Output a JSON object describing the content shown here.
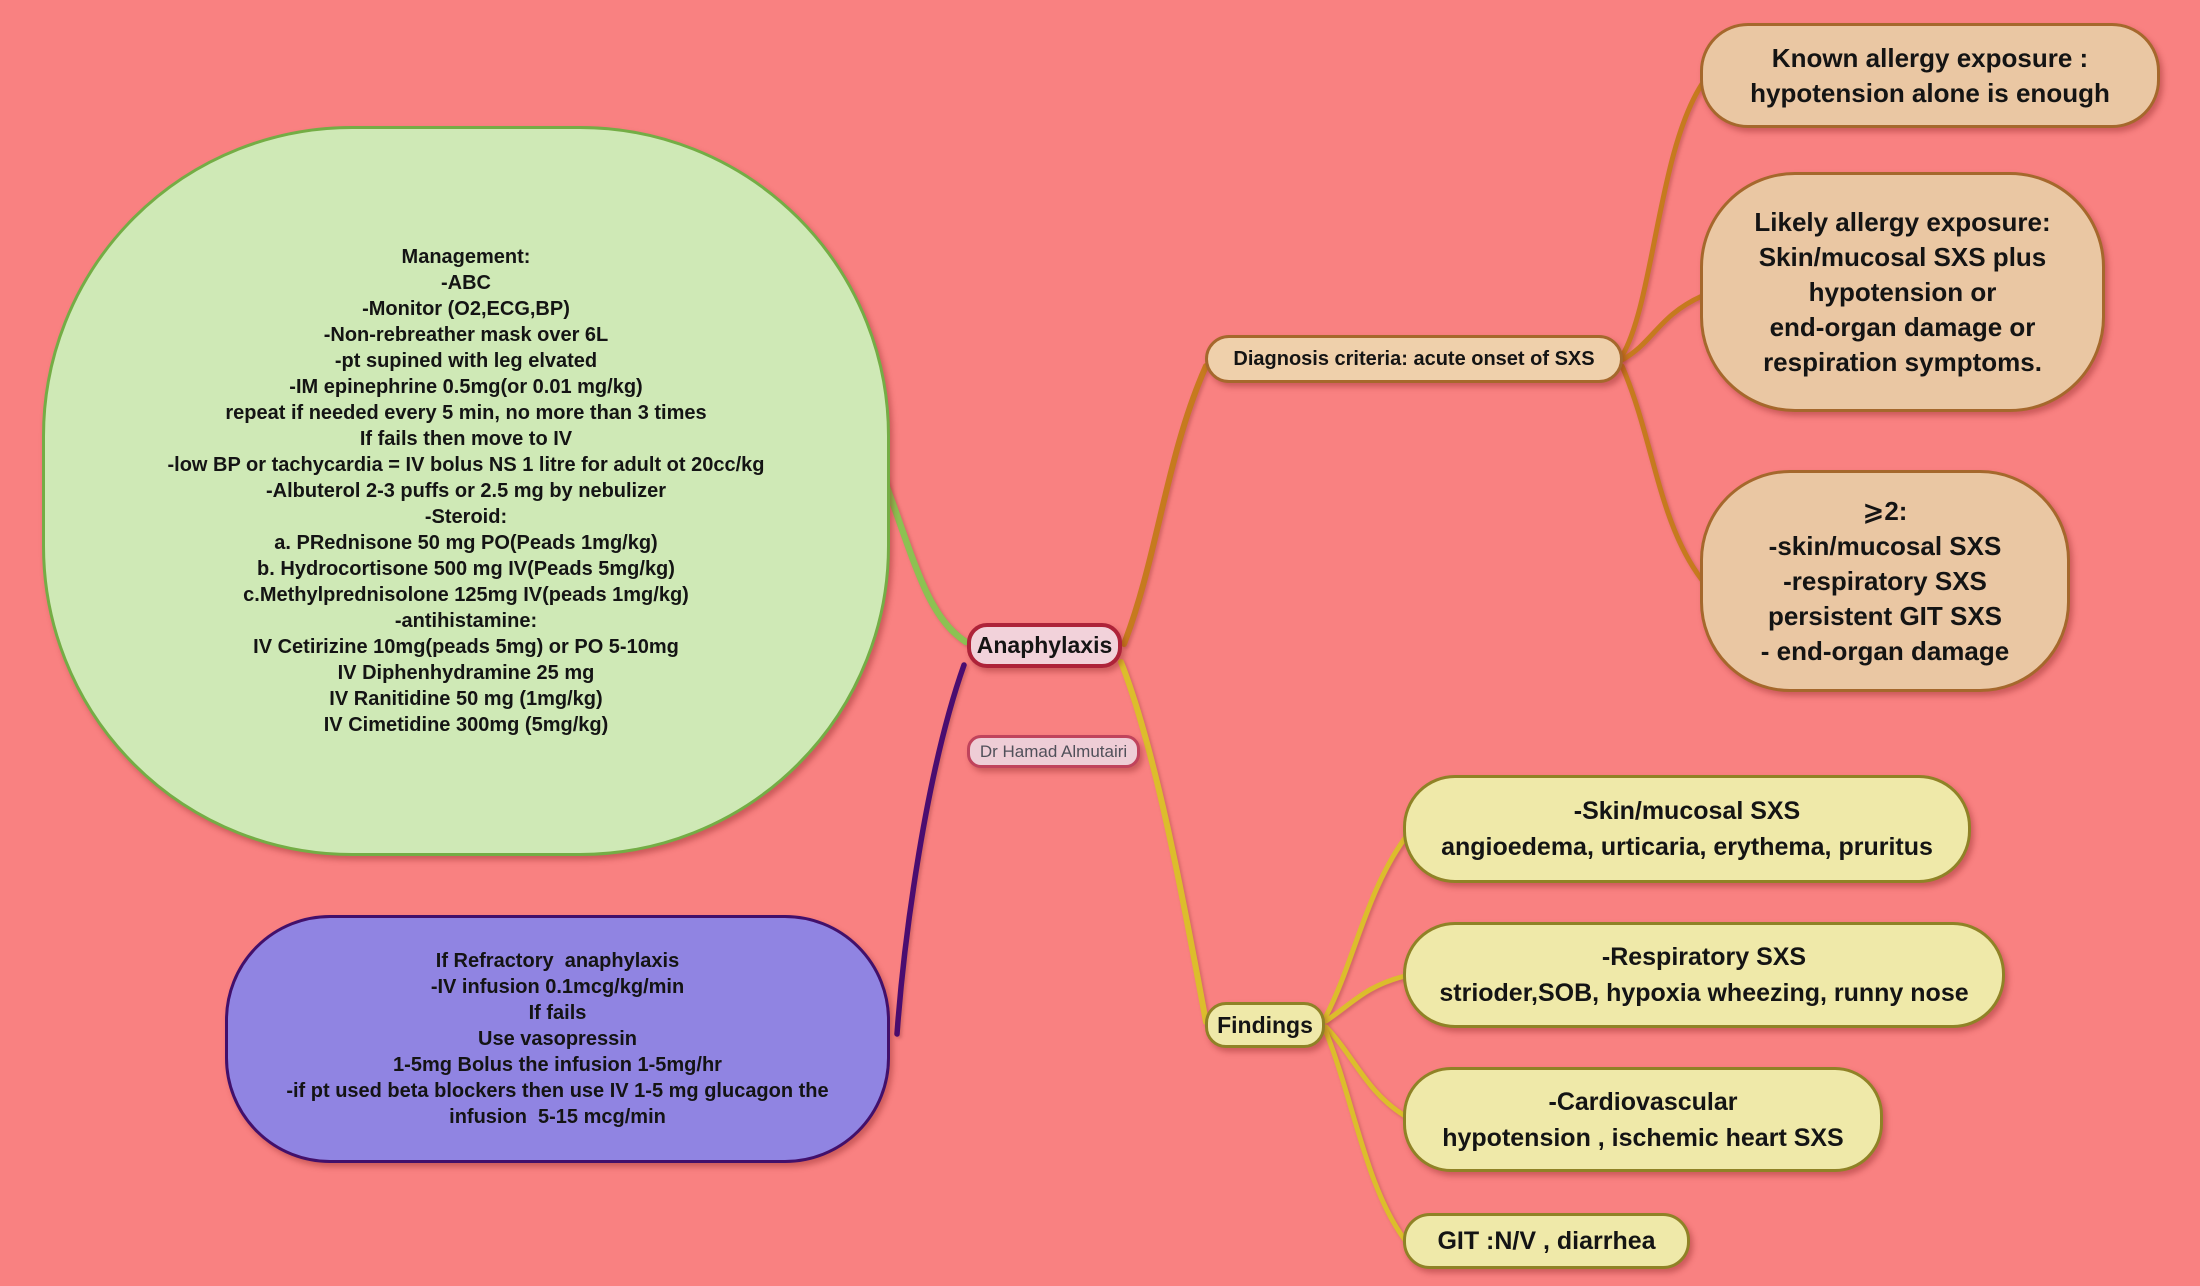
{
  "root": {
    "title": "Anaphylaxis",
    "author": "Dr Hamad Almutairi"
  },
  "management": {
    "lines": [
      "Management:",
      "-ABC",
      "-Monitor (O2,ECG,BP)",
      "-Non-rebreather mask over 6L",
      "-pt supined with leg elvated",
      "-IM epinephrine 0.5mg(or 0.01 mg/kg)",
      "repeat if needed every 5 min, no more than 3 times",
      "If fails then move to IV",
      "-low BP or tachycardia = IV bolus NS 1 litre for adult ot 20cc/kg",
      "-Albuterol 2-3 puffs or 2.5 mg by nebulizer",
      "-Steroid:",
      "a. PRednisone 50 mg PO(Peads 1mg/kg)",
      "b. Hydrocortisone 500 mg IV(Peads 5mg/kg)",
      "c.Methylprednisolone 125mg IV(peads 1mg/kg)",
      "-antihistamine:",
      "IV Cetirizine 10mg(peads 5mg) or PO 5-10mg",
      "IV Diphenhydramine 25 mg",
      "IV Ranitidine 50 mg (1mg/kg)",
      "IV Cimetidine 300mg (5mg/kg)"
    ]
  },
  "refractory": {
    "lines": [
      "If Refractory  anaphylaxis",
      "-IV infusion 0.1mcg/kg/min",
      "If fails",
      "Use vasopressin",
      "1-5mg Bolus the infusion 1-5mg/hr",
      "-if pt used beta blockers then use IV 1-5 mg glucagon the",
      "infusion  5-15 mcg/min"
    ]
  },
  "diagnosis": {
    "label": "Diagnosis criteria: acute onset of SXS",
    "known": {
      "lines": [
        "Known allergy exposure :",
        "hypotension alone is enough"
      ]
    },
    "likely": {
      "lines": [
        "Likely allergy exposure:",
        "Skin/mucosal SXS plus",
        "hypotension or",
        "end-organ damage or",
        "respiration symptoms."
      ]
    },
    "ge2": {
      "lines": [
        "⩾2:",
        "-skin/mucosal SXS",
        "-respiratory SXS",
        "persistent GIT SXS",
        "- end-organ damage"
      ]
    }
  },
  "findings": {
    "label": "Findings",
    "skin": {
      "lines": [
        "-Skin/mucosal SXS",
        "angioedema, urticaria, erythema, pruritus"
      ]
    },
    "respiratory": {
      "lines": [
        "-Respiratory SXS",
        "strioder,SOB, hypoxia wheezing, runny nose"
      ]
    },
    "cardiovascular": {
      "lines": [
        "-Cardiovascular",
        "hypotension , ischemic heart SXS"
      ]
    },
    "git": {
      "lines": [
        "GIT :N/V , diarrhea"
      ]
    }
  },
  "colors": {
    "background": "#f98181",
    "branch_management": "#8cc152",
    "branch_refractory": "#4a0d70",
    "branch_diagnosis": "#c67a1e",
    "branch_findings": "#dcbd2c",
    "management_fill": "#cfe9b6",
    "management_border": "#74ad45",
    "refractory_fill": "#9084e2",
    "refractory_border": "#42106b",
    "root_fill": "#f2d2da",
    "root_border": "#ae2339",
    "author_fill": "#eecdd6",
    "author_border": "#c0435c",
    "diagnosis_fill": "#efd0ab",
    "diagnosis_child_fill": "#eac7a3",
    "diagnosis_border": "#a5682c",
    "findings_fill": "#efe9a9",
    "findings_border": "#8f8226"
  }
}
